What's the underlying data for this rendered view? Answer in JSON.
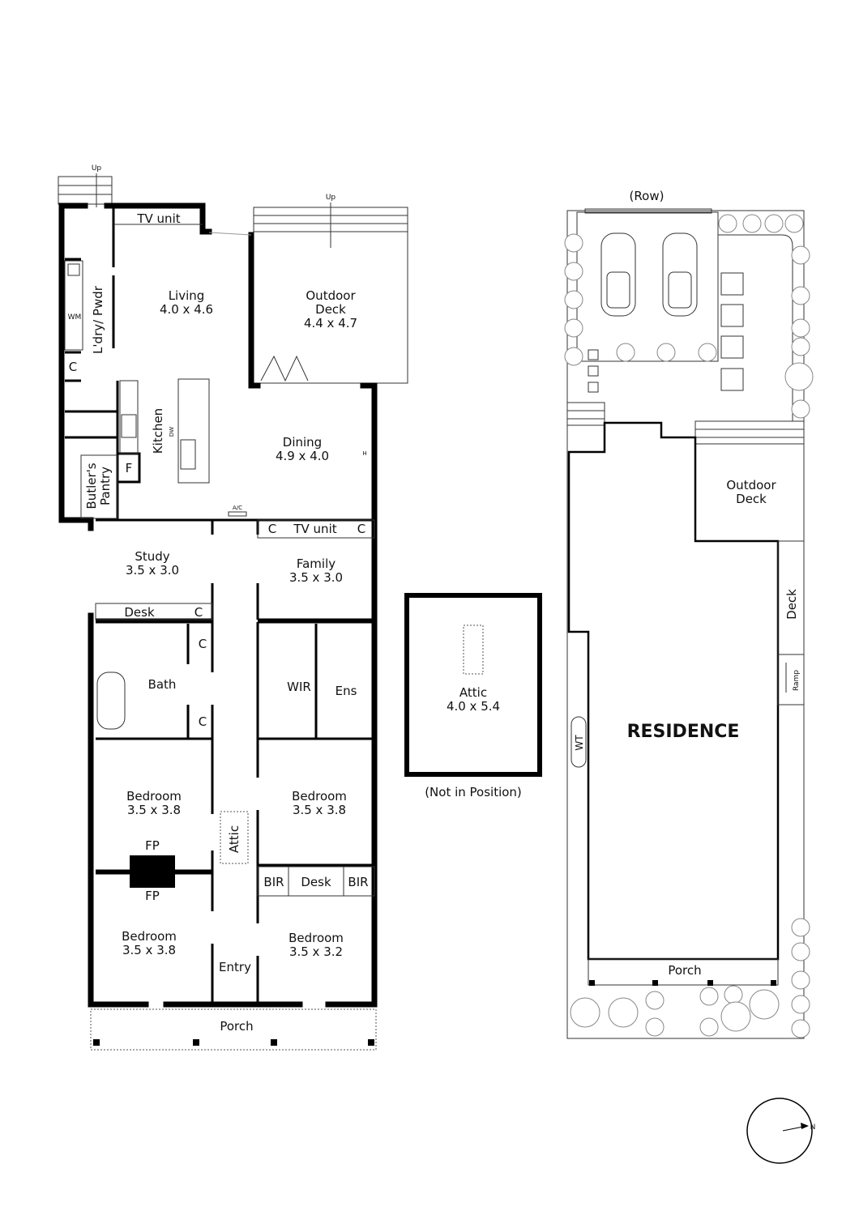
{
  "floor_plan": {
    "stairs_up_1": "Up",
    "stairs_up_2": "Up",
    "tv_unit_top": "TV unit",
    "living": {
      "name": "Living",
      "dims": "4.0 x 4.6"
    },
    "outdoor_deck": {
      "name": "Outdoor",
      "name2": "Deck",
      "dims": "4.4 x 4.7"
    },
    "laundry": "L'dry/ Pwdr",
    "wm": "WM",
    "cupboard": "C",
    "kitchen": "Kitchen",
    "dw": "DW",
    "fridge": "F",
    "butlers": "Butler's",
    "pantry": "Pantry",
    "dining": {
      "name": "Dining",
      "dims": "4.9 x 4.0"
    },
    "ac": "A/C",
    "heater": "H",
    "study": {
      "name": "Study",
      "dims": "3.5 x 3.0"
    },
    "desk": "Desk",
    "family": {
      "name": "Family",
      "dims": "3.5 x 3.0"
    },
    "tv_unit_family": "TV unit",
    "bath": "Bath",
    "wir": "WIR",
    "ens": "Ens",
    "bedroom_1": {
      "name": "Bedroom",
      "dims": "3.5 x 3.8"
    },
    "bedroom_2": {
      "name": "Bedroom",
      "dims": "3.5 x 3.8"
    },
    "bedroom_3": {
      "name": "Bedroom",
      "dims": "3.5 x 3.8"
    },
    "bedroom_4": {
      "name": "Bedroom",
      "dims": "3.5 x 3.2"
    },
    "fp": "FP",
    "attic_hatch": "Attic",
    "bir": "BIR",
    "entry": "Entry",
    "porch": "Porch"
  },
  "attic": {
    "name": "Attic",
    "dims": "4.0 x 5.4",
    "note": "(Not in Position)"
  },
  "site_plan": {
    "row": "(Row)",
    "outdoor_deck": "Outdoor",
    "outdoor_deck2": "Deck",
    "deck": "Deck",
    "ramp": "Ramp",
    "wt": "WT",
    "residence": "RESIDENCE",
    "porch": "Porch"
  },
  "compass": {
    "north": "N"
  }
}
